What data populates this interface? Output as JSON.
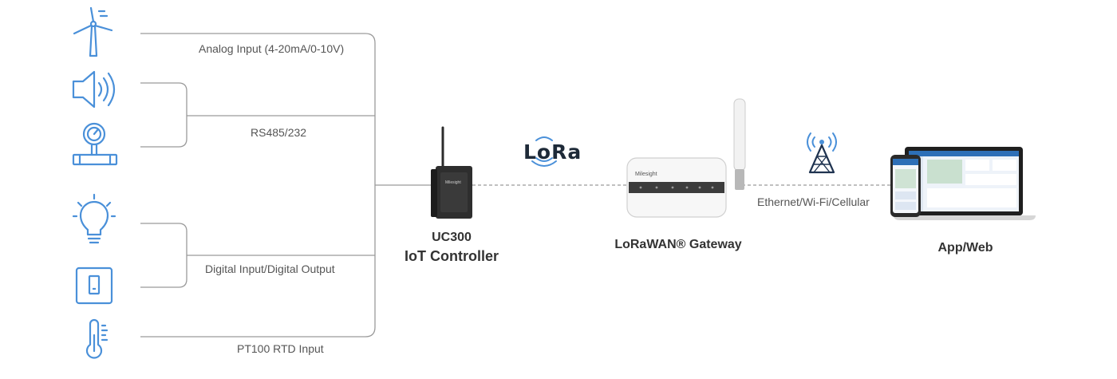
{
  "inputs": {
    "analog": "Analog Input (4-20mA/0-10V)",
    "rs485": "RS485/232",
    "digital": "Digital Input/Digital Output",
    "pt100": "PT100 RTD Input"
  },
  "controller": {
    "model": "UC300",
    "name": "IoT Controller",
    "brand": "Milesight"
  },
  "lora_label": "LoRa",
  "gateway": {
    "label": "LoRaWAN® Gateway",
    "brand": "Milesight"
  },
  "backhaul": "Ethernet/Wi-Fi/Cellular",
  "app": "App/Web",
  "colors": {
    "icon": "#4a90d9",
    "line": "#9a9a9a",
    "dash": "#9a9a9a"
  },
  "icons": [
    "wind-turbine-icon",
    "speaker-icon",
    "pressure-gauge-icon",
    "light-bulb-icon",
    "switch-icon",
    "thermometer-icon",
    "cell-tower-icon"
  ]
}
